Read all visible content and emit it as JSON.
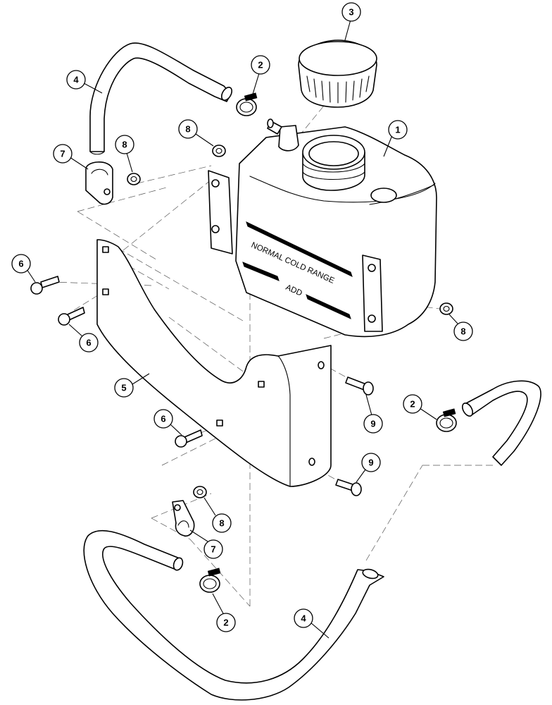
{
  "diagram": {
    "tank_markings": {
      "upper": "NORMAL COLD RANGE",
      "lower": "ADD"
    },
    "callouts": [
      {
        "id": "c1",
        "label": "1"
      },
      {
        "id": "c2a",
        "label": "2"
      },
      {
        "id": "c2b",
        "label": "2"
      },
      {
        "id": "c2c",
        "label": "2"
      },
      {
        "id": "c3",
        "label": "3"
      },
      {
        "id": "c4a",
        "label": "4"
      },
      {
        "id": "c4b",
        "label": "4"
      },
      {
        "id": "c5",
        "label": "5"
      },
      {
        "id": "c6a",
        "label": "6"
      },
      {
        "id": "c6b",
        "label": "6"
      },
      {
        "id": "c6c",
        "label": "6"
      },
      {
        "id": "c7a",
        "label": "7"
      },
      {
        "id": "c7b",
        "label": "7"
      },
      {
        "id": "c8a",
        "label": "8"
      },
      {
        "id": "c8b",
        "label": "8"
      },
      {
        "id": "c8c",
        "label": "8"
      },
      {
        "id": "c8d",
        "label": "8"
      },
      {
        "id": "c9a",
        "label": "9"
      },
      {
        "id": "c9b",
        "label": "9"
      }
    ]
  }
}
